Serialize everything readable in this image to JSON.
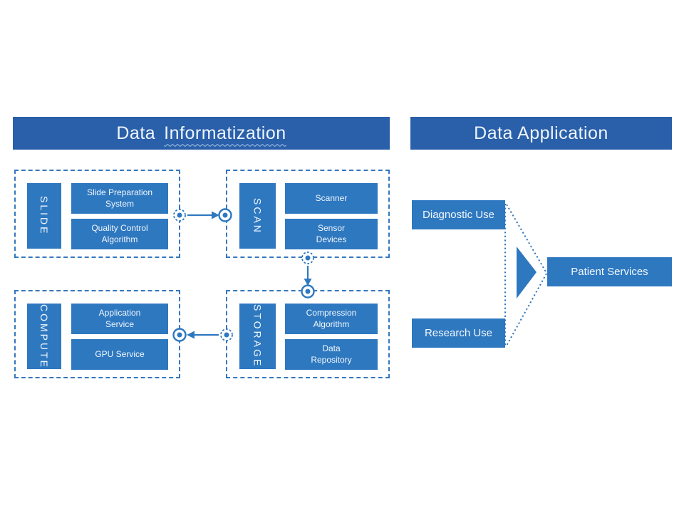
{
  "left_section": {
    "banner": {
      "word1": "Data",
      "word2": "Informatization"
    },
    "groups": [
      {
        "label": "SLIDE",
        "items": [
          [
            "Slide Preparation",
            "System"
          ],
          [
            "Quality Control",
            "Algorithm"
          ]
        ]
      },
      {
        "label": "SCAN",
        "items": [
          [
            "Scanner"
          ],
          [
            "Sensor",
            "Devices"
          ]
        ]
      },
      {
        "label": "COMPUTE",
        "items": [
          [
            "Application",
            "Service"
          ],
          [
            "GPU Service"
          ]
        ]
      },
      {
        "label": "STORAGE",
        "items": [
          [
            "Compression",
            "Algorithm"
          ],
          [
            "Data",
            "Repository"
          ]
        ]
      }
    ]
  },
  "right_section": {
    "banner": {
      "text": "Data Application"
    },
    "sources": [
      "Diagnostic Use",
      "Research Use"
    ],
    "target": "Patient Services"
  },
  "colors": {
    "banner_blue": "#2a5fa9",
    "box_blue": "#2e78c0",
    "line_blue": "#3577bd",
    "text_white": "#f2f7fc",
    "wavy_underline": "#a9c9ec"
  }
}
